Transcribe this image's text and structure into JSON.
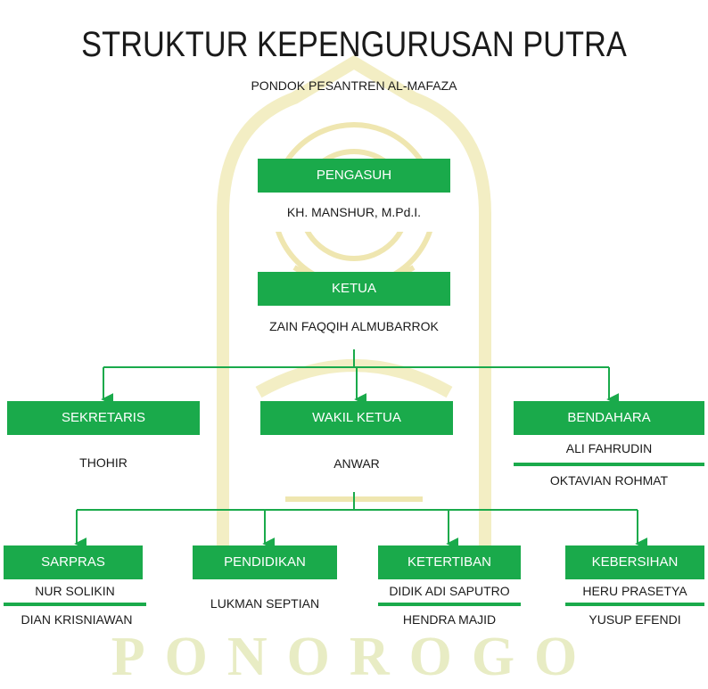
{
  "title": "STRUKTUR KEPENGURUSAN PUTRA",
  "subtitle": "PONDOK PESANTREN AL-MAFAZA",
  "watermark_text": "PONOROGO",
  "colors": {
    "accent": "#1aaa4b",
    "watermark": "#f0e9b0"
  },
  "nodes": {
    "pengasuh": {
      "role": "PENGASUH",
      "names": [
        "KH. MANSHUR, M.Pd.I."
      ]
    },
    "ketua": {
      "role": "KETUA",
      "names": [
        "ZAIN FAQQIH ALMUBARROK"
      ]
    },
    "sekretaris": {
      "role": "SEKRETARIS",
      "names": [
        "THOHIR"
      ]
    },
    "wakil_ketua": {
      "role": "WAKIL KETUA",
      "names": [
        "ANWAR"
      ]
    },
    "bendahara": {
      "role": "BENDAHARA",
      "names": [
        "ALI FAHRUDIN",
        "OKTAVIAN ROHMAT"
      ]
    },
    "sarpras": {
      "role": "SARPRAS",
      "names": [
        "NUR SOLIKIN",
        "DIAN KRISNIAWAN"
      ]
    },
    "pendidikan": {
      "role": "PENDIDIKAN",
      "names": [
        "LUKMAN SEPTIAN"
      ]
    },
    "ketertiban": {
      "role": "KETERTIBAN",
      "names": [
        "DIDIK ADI SAPUTRO",
        "HENDRA MAJID"
      ]
    },
    "kebersihan": {
      "role": "KEBERSIHAN",
      "names": [
        "HERU PRASETYA",
        "YUSUP EFENDI"
      ]
    }
  }
}
